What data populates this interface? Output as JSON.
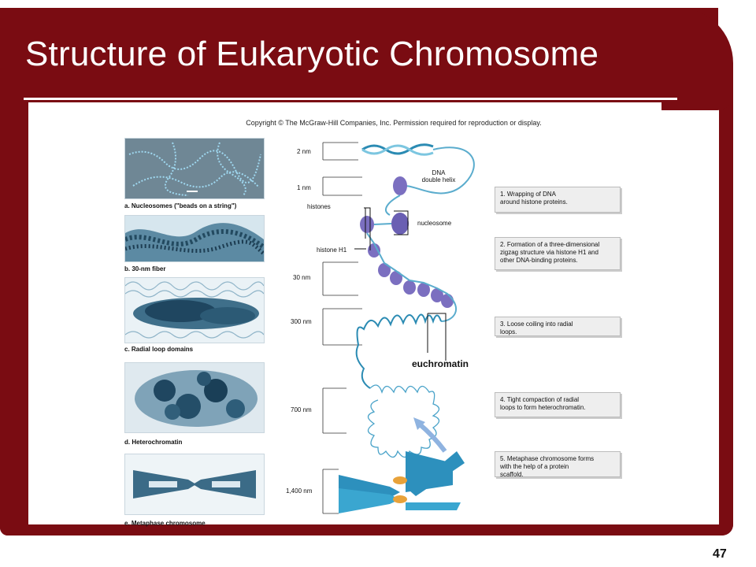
{
  "slide": {
    "title": "Structure of Eukaryotic Chromosome",
    "copyright": "Copyright © The McGraw-Hill Companies, Inc. Permission required for reproduction or display.",
    "page_number": "47",
    "accent_color": "#7a0c12"
  },
  "photos": [
    {
      "label": "a. Nucleosomes (\"beads on a string\")"
    },
    {
      "label": "b. 30-nm fiber"
    },
    {
      "label": "c. Radial loop domains"
    },
    {
      "label": "d. Heterochromatin"
    },
    {
      "label": "e. Metaphase chromosome"
    }
  ],
  "scales": [
    "2 nm",
    "1 nm",
    "30 nm",
    "300 nm",
    "700 nm",
    "1,400 nm"
  ],
  "labels": {
    "dna": "DNA\ndouble helix",
    "histones": "histones",
    "nucleosome": "nucleosome",
    "histone_h1": "histone H1",
    "euchromatin": "euchromatin"
  },
  "steps": [
    "1. Wrapping of DNA\n    around histone proteins.",
    "2. Formation of a three-dimensional\n    zigzag structure via histone H1 and\n    other DNA-binding proteins.",
    "3. Loose coiling into radial\n    loops.",
    "4. Tight compaction of radial\n    loops to form heterochromatin.",
    "5. Metaphase chromosome forms\n    with the help of a protein\n    scaffold."
  ]
}
